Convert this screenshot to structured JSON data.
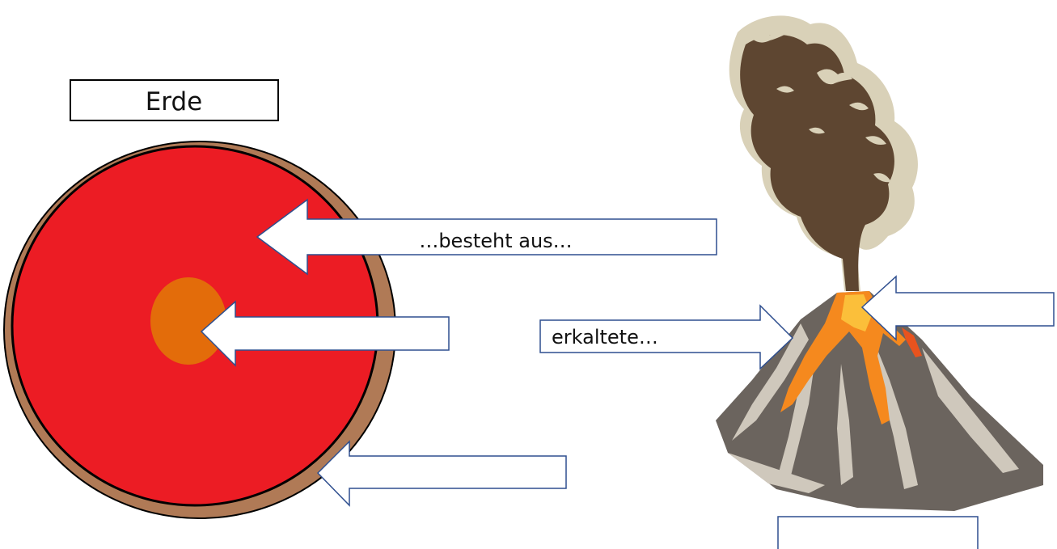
{
  "earth_diagram": {
    "title_box_text": "Erde",
    "arrows": [
      {
        "id": "outer-layer",
        "text": "…besteht aus…"
      },
      {
        "id": "core",
        "text": ""
      },
      {
        "id": "crust",
        "text": ""
      }
    ],
    "colors": {
      "mantle": "#ec1c24",
      "core": "#e36c0a",
      "crust": "#b07a56",
      "arrow_stroke": "#2f4f8f"
    }
  },
  "volcano_diagram": {
    "arrows": [
      {
        "id": "cooled-lava",
        "text": "erkaltete…"
      },
      {
        "id": "crater-lava",
        "text": ""
      }
    ],
    "bottom_box_text": "",
    "colors": {
      "ash_cloud_dark": "#5e4631",
      "ash_cloud_light": "#d9d1b8",
      "mountain_dark": "#6b645e",
      "mountain_light": "#cfc8bc",
      "lava": "#f5891e",
      "lava_bright": "#fbbf3a"
    }
  }
}
